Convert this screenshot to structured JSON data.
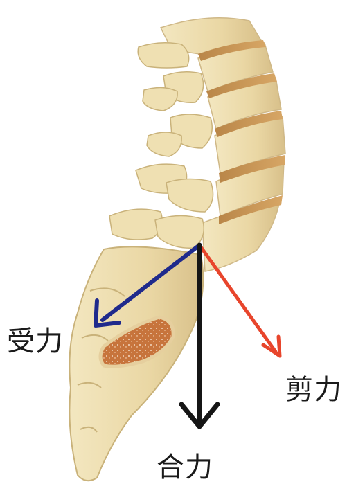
{
  "labels": {
    "compressive_force": "受力",
    "shear_force": "剪力",
    "resultant_force": "合力"
  },
  "colors": {
    "compressive_arrow": "#1f2a8c",
    "shear_arrow": "#e8452c",
    "resultant_arrow": "#151515",
    "bone": "#ecdcaa",
    "bone_shadow": "#c9b27a",
    "disc": "#c7944f",
    "marrow": "#c9783e"
  }
}
